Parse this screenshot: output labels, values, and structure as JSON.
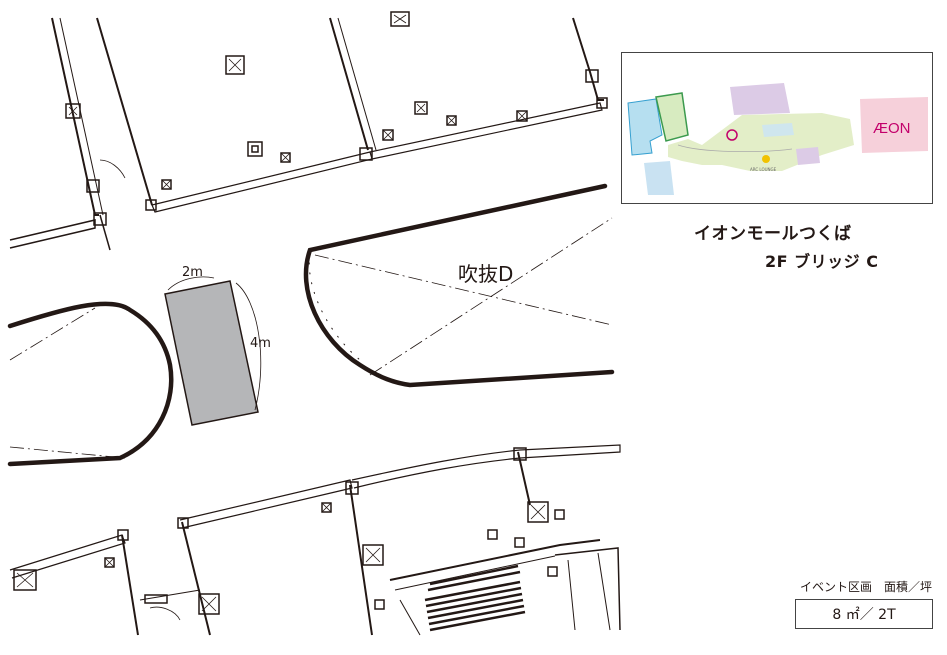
{
  "plan": {
    "void_label": "吹抜D",
    "booth_width_label": "2m",
    "booth_depth_label": "4m",
    "key_map_logo": "ÆON",
    "key_map_lounge": "ARC LOUNGE"
  },
  "info": {
    "title": "イオンモールつくば",
    "subtitle": "2F ブリッジ C",
    "area_label": "イベント区画　面積／坪",
    "area_value": "8 ㎡／ 2T"
  },
  "colors": {
    "booth_fill": "#b5b6b8",
    "line": "#231815",
    "logo": "#c3006b",
    "marker": "#c3006b"
  }
}
